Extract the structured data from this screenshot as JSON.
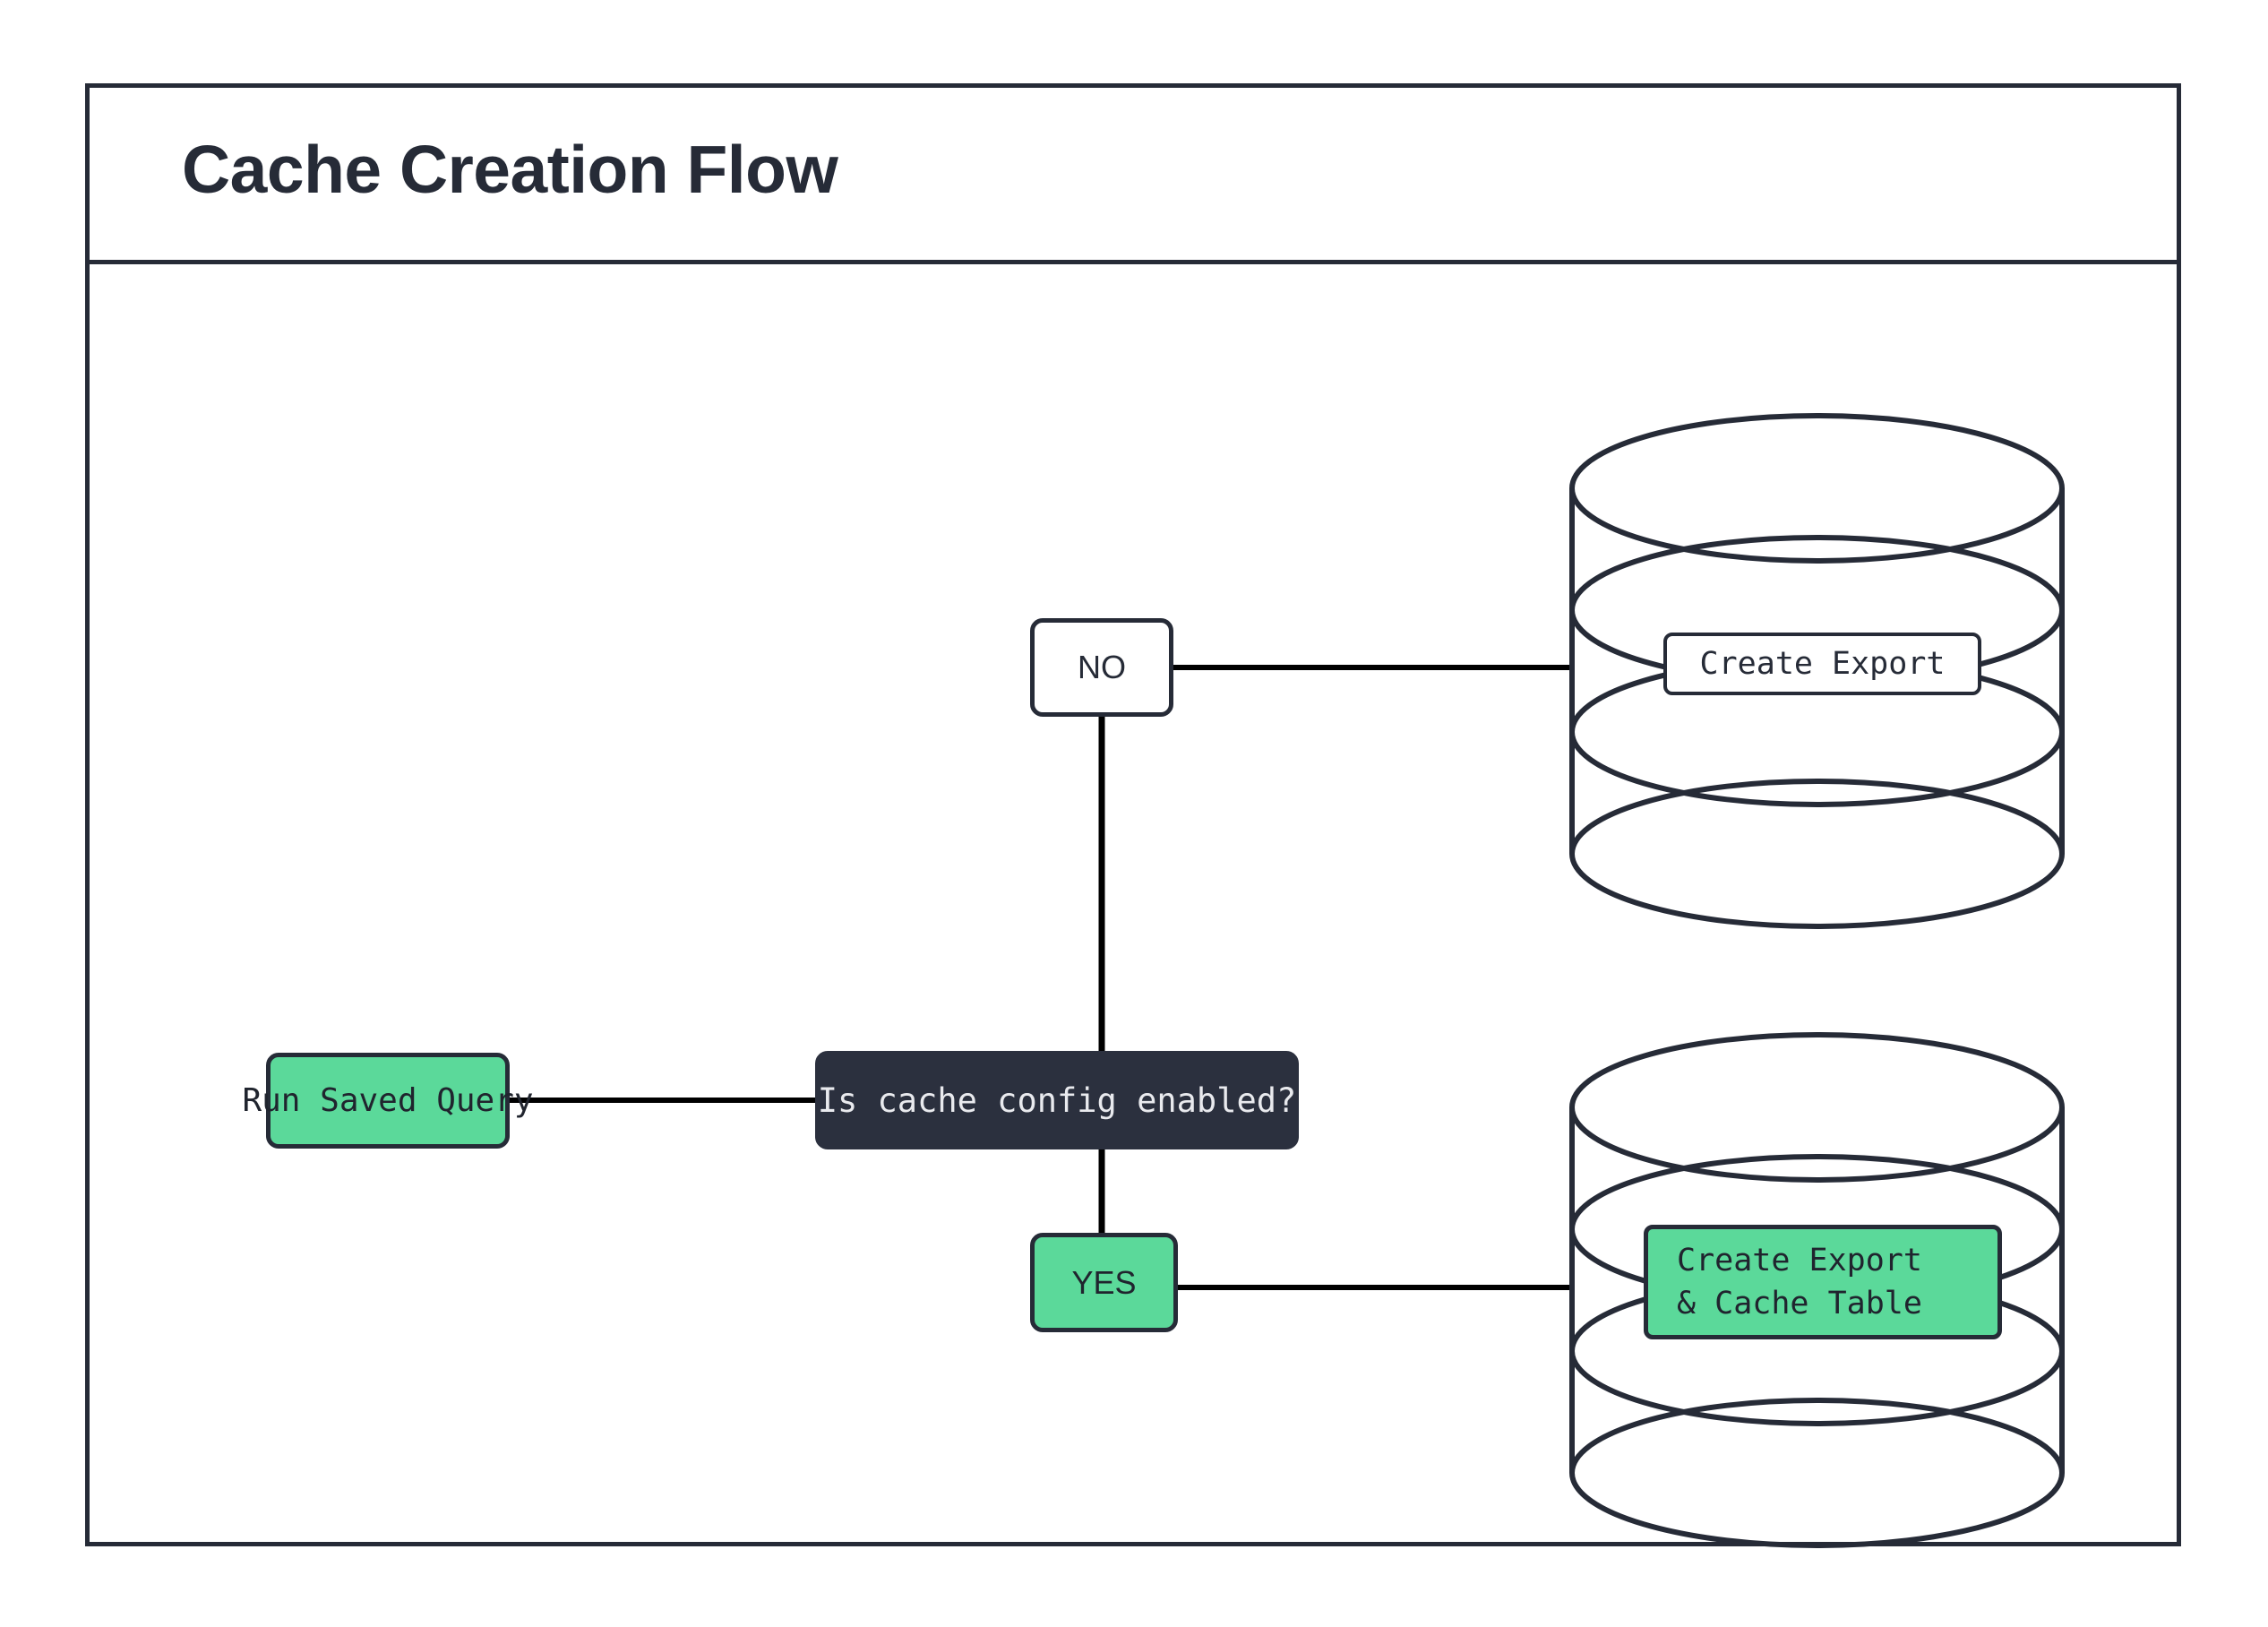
{
  "diagram": {
    "title": "Cache Creation Flow",
    "colors": {
      "accent_green": "#5bd99a",
      "dark_navy": "#262b37",
      "decision_fill": "#2b303e",
      "connector": "#000000",
      "background": "#ffffff"
    },
    "nodes": {
      "start": {
        "label": "Run Saved Query",
        "shape": "rounded-rect",
        "fill": "#5bd99a"
      },
      "decision": {
        "label": "Is cache config enabled?",
        "shape": "rounded-rect",
        "fill": "#2b303e"
      },
      "branch_no": {
        "label": "NO",
        "shape": "rounded-rect",
        "fill": "#ffffff"
      },
      "branch_yes": {
        "label": "YES",
        "shape": "rounded-rect",
        "fill": "#5bd99a"
      },
      "database_top": {
        "shape": "database-cylinder",
        "label": "Create Export",
        "label_fill": "#ffffff"
      },
      "database_bottom": {
        "shape": "database-cylinder",
        "label_line_1": "Create Export",
        "label_line_2": "& Cache Table",
        "label_fill": "#5bd99a"
      }
    },
    "edges": [
      {
        "from": "start",
        "to": "decision",
        "label": ""
      },
      {
        "from": "decision",
        "to": "branch_no",
        "label": "NO"
      },
      {
        "from": "decision",
        "to": "branch_yes",
        "label": "YES"
      },
      {
        "from": "branch_no",
        "to": "database_top",
        "label": ""
      },
      {
        "from": "branch_yes",
        "to": "database_bottom",
        "label": ""
      }
    ]
  }
}
